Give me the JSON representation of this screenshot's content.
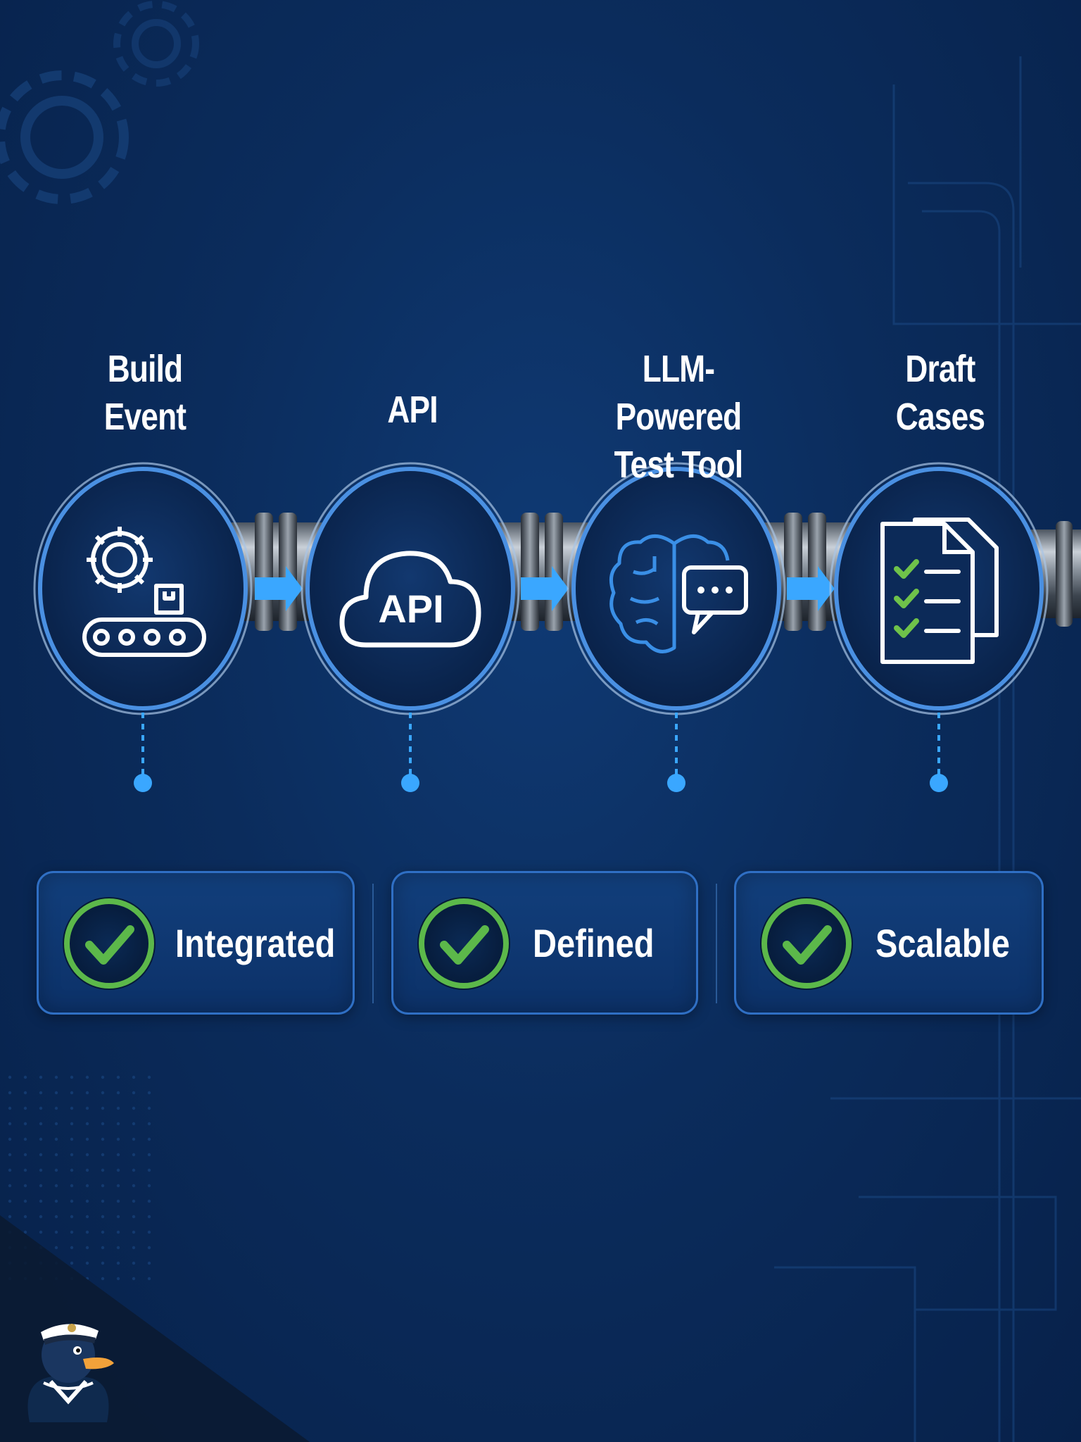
{
  "steps": [
    {
      "id": "build-event",
      "label_lines": [
        "Build",
        "Event"
      ],
      "icon": "conveyor-gear-icon"
    },
    {
      "id": "api",
      "label_lines": [
        "API"
      ],
      "icon": "cloud-api-icon",
      "icon_text": "API"
    },
    {
      "id": "llm-test-tool",
      "label_lines": [
        "LLM-Powered",
        "Test Tool"
      ],
      "icon": "brain-chat-icon"
    },
    {
      "id": "draft-cases",
      "label_lines": [
        "Draft",
        "Cases"
      ],
      "icon": "checklist-document-icon"
    }
  ],
  "qualities": [
    {
      "id": "integrated",
      "label": "Integrated",
      "icon": "check-circle-icon"
    },
    {
      "id": "defined",
      "label": "Defined",
      "icon": "check-circle-icon"
    },
    {
      "id": "scalable",
      "label": "Scalable",
      "icon": "check-circle-icon"
    }
  ],
  "colors": {
    "background": "#0b2c5c",
    "accent_blue": "#3aa0ff",
    "ring_blue": "#4a90e2",
    "check_green": "#5cb84a",
    "text": "#ffffff"
  },
  "mascot": {
    "icon": "sailor-duck-icon"
  }
}
